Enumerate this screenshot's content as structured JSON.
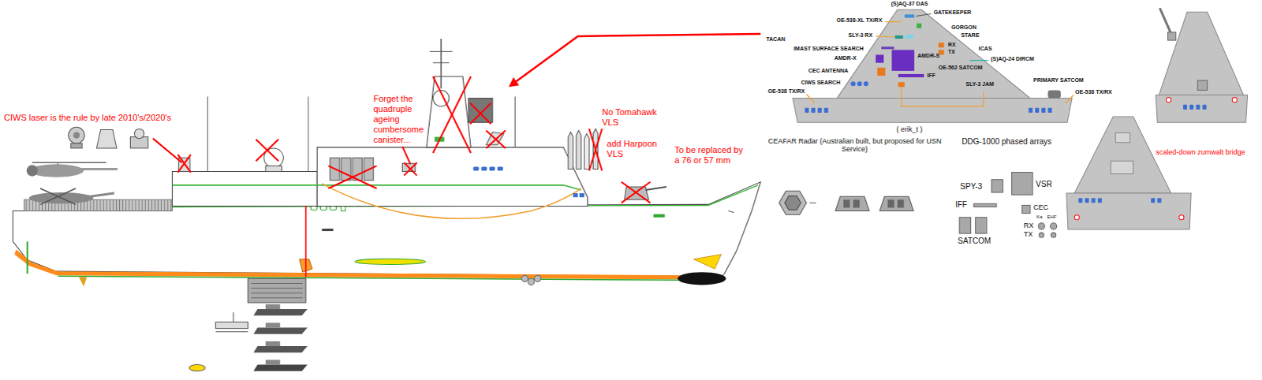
{
  "diagram": {
    "labels": [
      "CIWS laser is the rule by late 2010's/2020's",
      "Forget the quadruple ageing cumbersome canister...",
      "No Tomahawk VLS",
      "add Harpoon VLS",
      "To be replaced by a 76 or 57 mm",
      "(S)AQ-37 DAS",
      "GATEKEEPER",
      "OE-538-XL TX/RX",
      "SLY-3 RX",
      "GORGON",
      "STARE",
      "TACAN",
      "IMAST SURFACE SEARCH",
      "RX",
      "TX",
      "ICAS",
      "AMDR-X",
      "(S)AQ-24 DIRCM",
      "AMDR-S",
      "CEC ANTENNA",
      "IFF",
      "OE-562 SATCOM",
      "CIWS SEARCH",
      "OE-538 TX/RX",
      "SLY-3 JAM",
      "PRIMARY SATCOM",
      "OE-538 TX/RX",
      "( erik_t )",
      "CEAFAR Radar (Australian built, but proposed for USN Service)",
      "DDG-1000 phased arrays",
      "SPY-3",
      "VSR",
      "IFF",
      "CEC",
      "Ka",
      "EHF",
      "RX",
      "TX",
      "SATCOM",
      "scaled-down zumwalt bridge"
    ]
  }
}
